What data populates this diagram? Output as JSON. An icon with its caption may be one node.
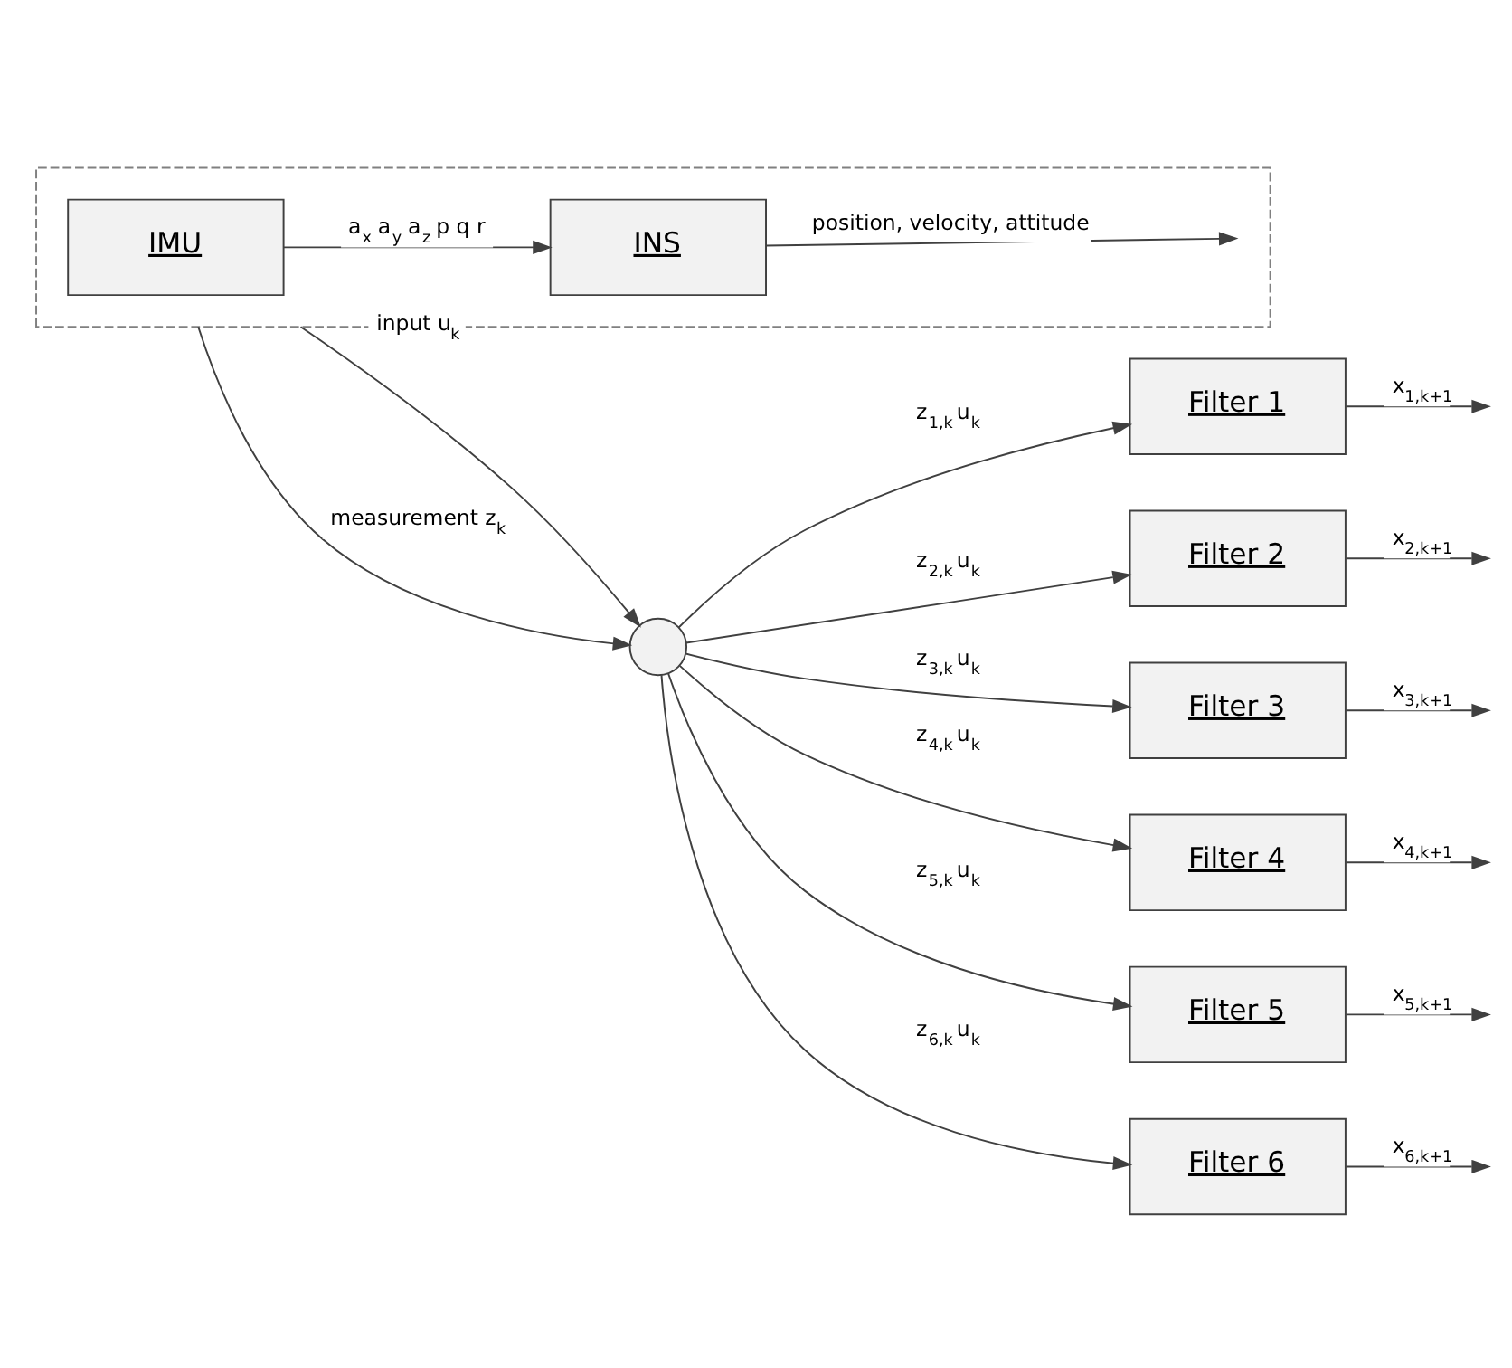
{
  "diagram": {
    "nodes": [
      {
        "text": [],
        "shape": "box"
      },
      {
        "text": [
          "IMU"
        ],
        "in": 0
      },
      {
        "text": [
          "INS"
        ],
        "in": 0
      },
      {
        "text": [],
        "shape": "circle"
      },
      {
        "text": [
          "Filter 1"
        ]
      },
      {
        "text": [
          "Filter 2"
        ]
      },
      {
        "text": [
          "Filter 3"
        ]
      },
      {
        "text": [
          "Filter 4"
        ]
      },
      {
        "text": [
          "Filter 5"
        ]
      },
      {
        "text": [
          "Filter 6"
        ]
      }
    ],
    "edges": [
      {
        "from": 1,
        "to": 2,
        "arrow": "to",
        "label": "a$_{x}$ a$_{y}$ a$_{z}$ p q r"
      },
      {
        "from": 2,
        "to": null,
        "arrow": "to",
        "label": "position, velocity, attitude"
      },
      {
        "from": 0,
        "to": 3,
        "arrow": "to",
        "label": "input u$_{k}$"
      },
      {
        "from": 0,
        "to": 3,
        "arrow": "to",
        "label": "measurement z$_{k}$"
      },
      {
        "from": 3,
        "to": 4,
        "arrow": "to",
        "label": "z$_{1,k}$ u$_{k}$"
      },
      {
        "from": 3,
        "to": 5,
        "arrow": "to",
        "label": "z$_{2,k}$ u$_{k}$"
      },
      {
        "from": 3,
        "to": 6,
        "arrow": "to",
        "label": "z$_{3,k}$ u$_{k}$"
      },
      {
        "from": 3,
        "to": 7,
        "arrow": "to",
        "label": "z$_{4,k}$ u$_{k}$"
      },
      {
        "from": 3,
        "to": 8,
        "arrow": "to",
        "label": "z$_{5,k}$ u$_{k}$"
      },
      {
        "from": 3,
        "to": 9,
        "arrow": "to",
        "label": "z$_{6,k}$ u$_{k}$"
      },
      {
        "from": 4,
        "to": null,
        "arrow": "to",
        "label": "x$_{1,k+1}$"
      },
      {
        "from": 5,
        "to": null,
        "arrow": "to",
        "label": "x$_{2,k+1}$"
      },
      {
        "from": 6,
        "to": null,
        "arrow": "to",
        "label": "x$_{3,k+1}$"
      },
      {
        "from": 7,
        "to": null,
        "arrow": "to",
        "label": "x$_{4,k+1}$"
      },
      {
        "from": 8,
        "to": null,
        "arrow": "to",
        "label": "x$_{5,k+1}$"
      },
      {
        "from": 9,
        "to": null,
        "arrow": "to",
        "label": "x$_{6,k+1}$"
      }
    ]
  }
}
